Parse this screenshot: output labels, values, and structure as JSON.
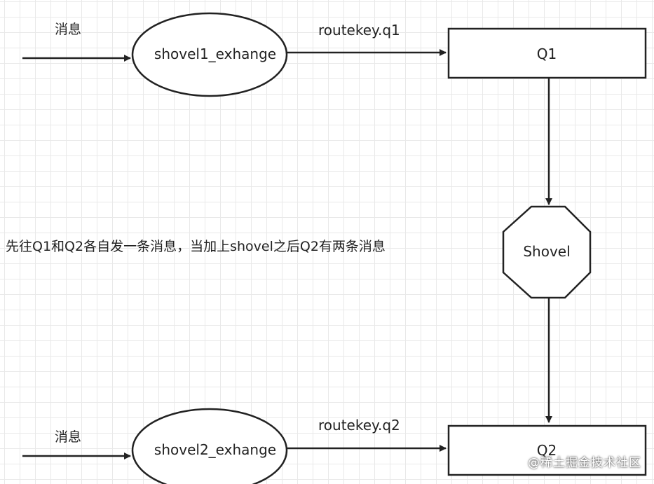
{
  "diagram": {
    "flows": [
      {
        "input_label": "消息",
        "exchange": "shovel1_exhange",
        "route_label": "routekey.q1",
        "queue": "Q1"
      },
      {
        "input_label": "消息",
        "exchange": "shovel2_exhange",
        "route_label": "routekey.q2",
        "queue": "Q2"
      }
    ],
    "shovel": "Shovel",
    "note": "先往Q1和Q2各自发一条消息，当加上shovel之后Q2有两条消息"
  },
  "watermark": "@稀土掘金技术社区"
}
